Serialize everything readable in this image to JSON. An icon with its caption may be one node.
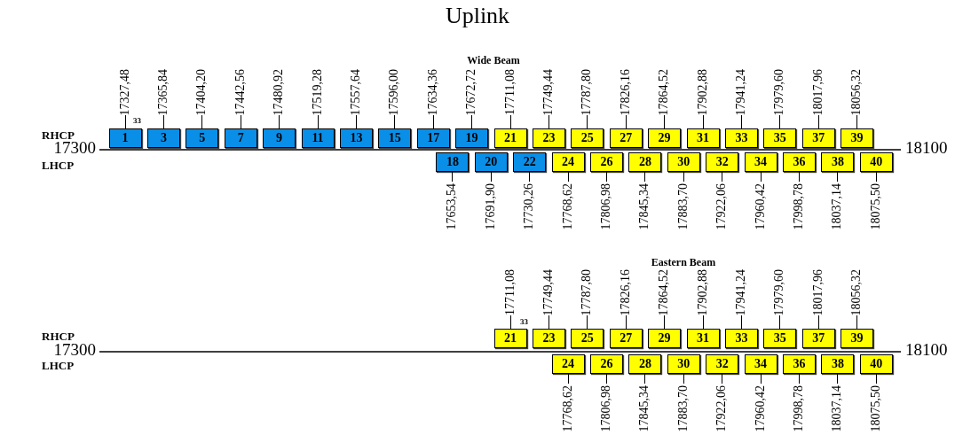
{
  "diagram": {
    "title": "Uplink",
    "nodes": [
      {
        "text": [
          "1"
        ],
        "beside": [
          "17327,48"
        ]
      },
      {
        "text": [
          "3"
        ],
        "beside": [
          "17365,84"
        ]
      },
      {
        "text": [
          "5"
        ],
        "beside": [
          "17404,20"
        ]
      },
      {
        "text": [
          "7"
        ],
        "beside": [
          "17442,56"
        ]
      },
      {
        "text": [
          "9"
        ],
        "beside": [
          "17480,92"
        ]
      },
      {
        "text": [
          "11"
        ],
        "beside": [
          "17519,28"
        ]
      },
      {
        "text": [
          "13"
        ],
        "beside": [
          "17557,64"
        ]
      },
      {
        "text": [
          "15"
        ],
        "beside": [
          "17596,00"
        ]
      },
      {
        "text": [
          "17"
        ],
        "beside": [
          "17634,36"
        ]
      },
      {
        "text": [
          "19"
        ],
        "beside": [
          "17672,72"
        ]
      },
      {
        "text": [
          "21"
        ],
        "beside": [
          "17711,08"
        ]
      },
      {
        "text": [
          "23"
        ],
        "beside": [
          "17749,44"
        ]
      },
      {
        "text": [
          "25"
        ],
        "beside": [
          "17787,80"
        ]
      },
      {
        "text": [
          "27"
        ],
        "beside": [
          "17826,16"
        ]
      },
      {
        "text": [
          "29"
        ],
        "beside": [
          "17864,52"
        ]
      },
      {
        "text": [
          "31"
        ],
        "beside": [
          "17902,88"
        ]
      },
      {
        "text": [
          "33"
        ],
        "beside": [
          "17941,24"
        ]
      },
      {
        "text": [
          "35"
        ],
        "beside": [
          "17979,60"
        ]
      },
      {
        "text": [
          "37"
        ],
        "beside": [
          "18017,96"
        ]
      },
      {
        "text": [
          "39"
        ],
        "beside": [
          "18056,32"
        ]
      },
      {
        "text": [
          "18"
        ],
        "beside": [
          "17653,54"
        ]
      },
      {
        "text": [
          "20"
        ],
        "beside": [
          "17691,90"
        ]
      },
      {
        "text": [
          "22"
        ],
        "beside": [
          "17730,26"
        ]
      },
      {
        "text": [
          "24"
        ],
        "beside": [
          "17768,62"
        ]
      },
      {
        "text": [
          "26"
        ],
        "beside": [
          "17806,98"
        ]
      },
      {
        "text": [
          "28"
        ],
        "beside": [
          "17845,34"
        ]
      },
      {
        "text": [
          "30"
        ],
        "beside": [
          "17883,70"
        ]
      },
      {
        "text": [
          "32"
        ],
        "beside": [
          "17922,06"
        ]
      },
      {
        "text": [
          "34"
        ],
        "beside": [
          "17960,42"
        ]
      },
      {
        "text": [
          "36"
        ],
        "beside": [
          "17998,78"
        ]
      },
      {
        "text": [
          "38"
        ],
        "beside": [
          "18037,14"
        ]
      },
      {
        "text": [
          "40"
        ],
        "beside": [
          "18075,50"
        ]
      },
      {
        "text": [
          "21"
        ],
        "beside": [
          "17711,08"
        ]
      },
      {
        "text": [
          "23"
        ],
        "beside": [
          "17749,44"
        ]
      },
      {
        "text": [
          "25"
        ],
        "beside": [
          "17787,80"
        ]
      },
      {
        "text": [
          "27"
        ],
        "beside": [
          "17826,16"
        ]
      },
      {
        "text": [
          "29"
        ],
        "beside": [
          "17864,52"
        ]
      },
      {
        "text": [
          "31"
        ],
        "beside": [
          "17902,88"
        ]
      },
      {
        "text": [
          "33"
        ],
        "beside": [
          "17941,24"
        ]
      },
      {
        "text": [
          "35"
        ],
        "beside": [
          "17979,60"
        ]
      },
      {
        "text": [
          "37"
        ],
        "beside": [
          "18017,96"
        ]
      },
      {
        "text": [
          "39"
        ],
        "beside": [
          "18056,32"
        ]
      },
      {
        "text": [
          "24"
        ],
        "beside": [
          "17768,62"
        ]
      },
      {
        "text": [
          "26"
        ],
        "beside": [
          "17806,98"
        ]
      },
      {
        "text": [
          "28"
        ],
        "beside": [
          "17845,34"
        ]
      },
      {
        "text": [
          "30"
        ],
        "beside": [
          "17883,70"
        ]
      },
      {
        "text": [
          "32"
        ],
        "beside": [
          "17922,06"
        ]
      },
      {
        "text": [
          "34"
        ],
        "beside": [
          "17960,42"
        ]
      },
      {
        "text": [
          "36"
        ],
        "beside": [
          "17998,78"
        ]
      },
      {
        "text": [
          "38"
        ],
        "beside": [
          "18037,14"
        ]
      },
      {
        "text": [
          "40"
        ],
        "beside": [
          "18075,50"
        ]
      }
    ],
    "labels": [
      "Wide Beam",
      "33",
      "RHCP",
      "17300",
      "18100",
      "LHCP",
      "Eastern Beam",
      "33",
      "RHCP",
      "17300",
      "18100",
      "LHCP"
    ]
  }
}
